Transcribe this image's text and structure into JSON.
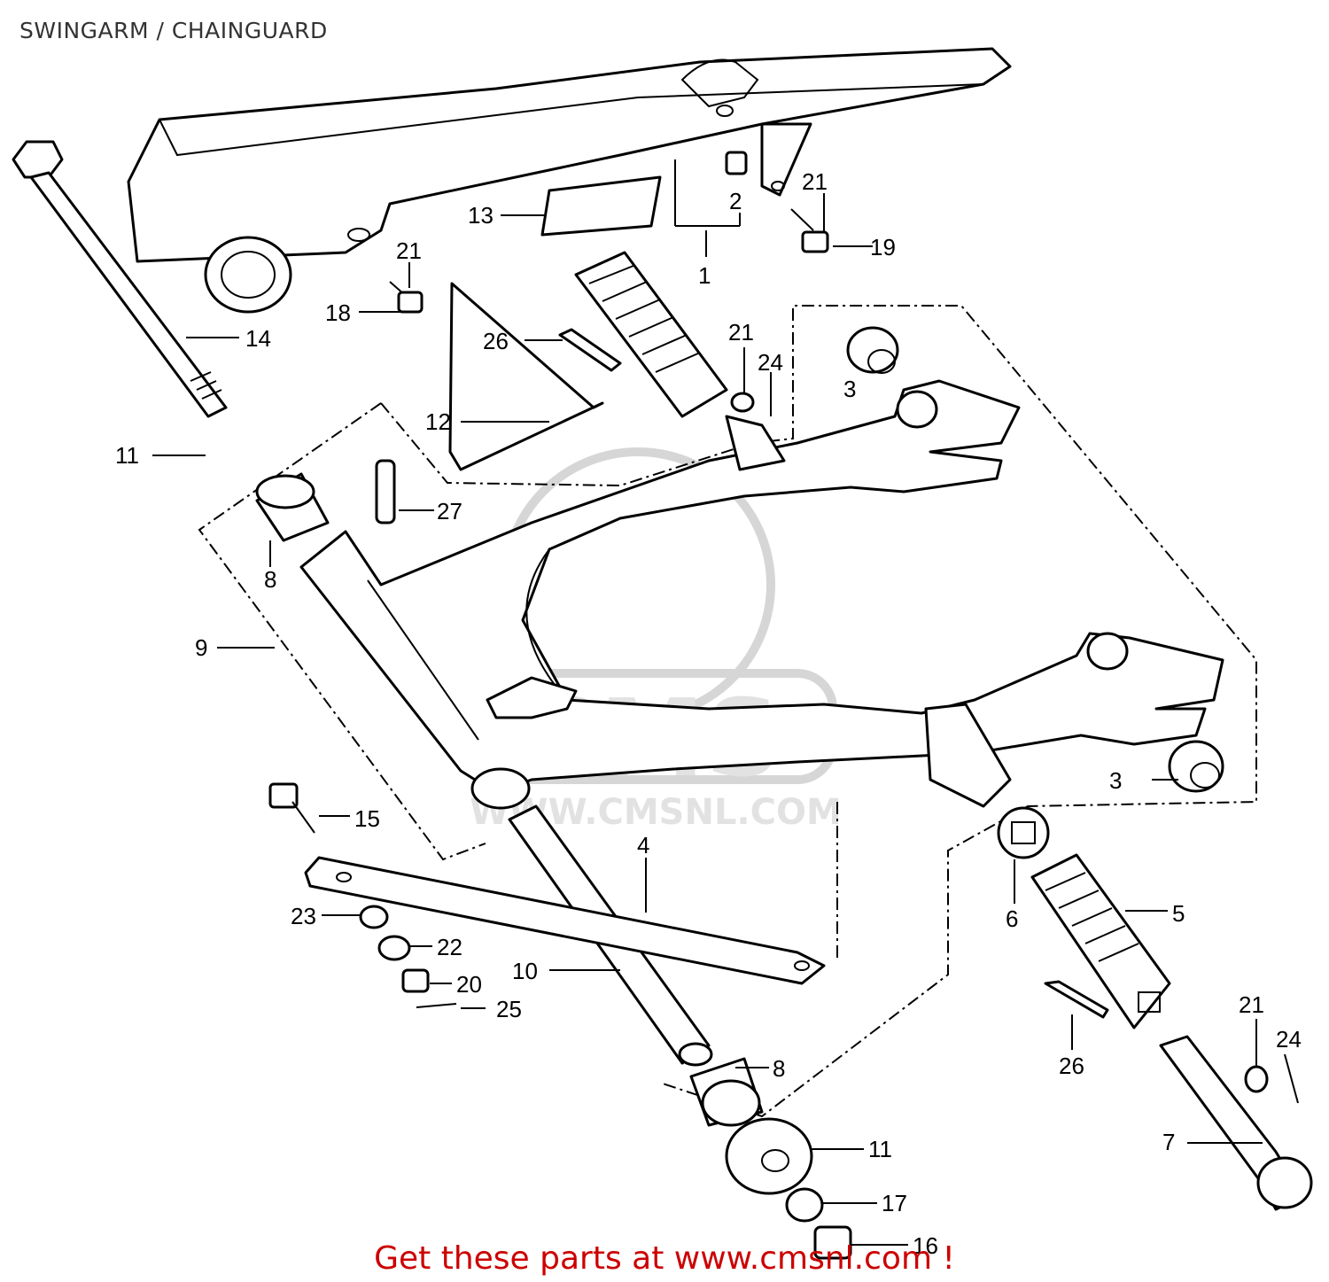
{
  "title": "SWINGARM / CHAINGUARD",
  "footer": "Get these parts at www.cmsnl.com !",
  "watermark": {
    "text": "CMS",
    "url": "WWW.CMSNL.COM",
    "color": "#d6d6d6"
  },
  "callouts": [
    "1",
    "2",
    "3",
    "3",
    "4",
    "5",
    "6",
    "7",
    "8",
    "8",
    "9",
    "10",
    "11",
    "11",
    "12",
    "13",
    "14",
    "15",
    "16",
    "17",
    "18",
    "19",
    "20",
    "21",
    "21",
    "21",
    "21",
    "22",
    "23",
    "24",
    "24",
    "25",
    "26",
    "26",
    "27"
  ]
}
